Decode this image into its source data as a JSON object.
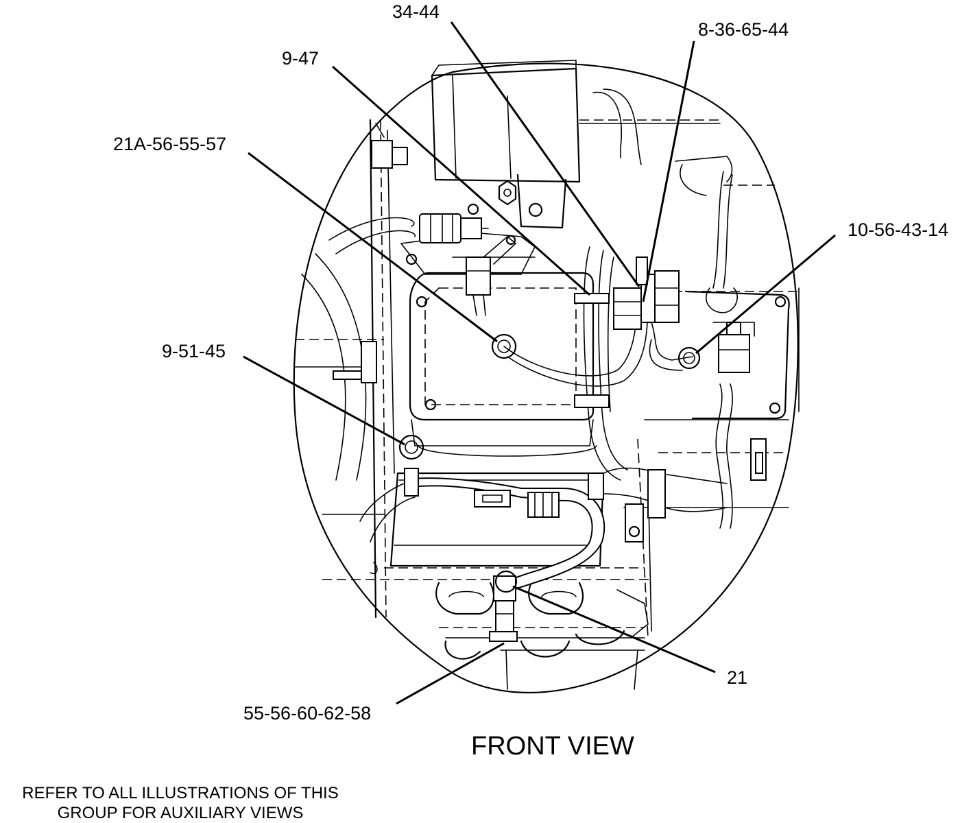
{
  "diagram": {
    "view_title": "FRONT VIEW",
    "note_lines": [
      "REFER TO ALL ILLUSTRATIONS OF THIS",
      "GROUP FOR AUXILIARY VIEWS"
    ],
    "callouts": [
      {
        "id": "c1",
        "label": "34-44"
      },
      {
        "id": "c2",
        "label": "8-36-65-44"
      },
      {
        "id": "c3",
        "label": "9-47"
      },
      {
        "id": "c4",
        "label": "21A-56-55-57"
      },
      {
        "id": "c5",
        "label": "10-56-43-14"
      },
      {
        "id": "c6",
        "label": "9-51-45"
      },
      {
        "id": "c7",
        "label": "21"
      },
      {
        "id": "c8",
        "label": "55-56-60-62-58"
      }
    ]
  }
}
